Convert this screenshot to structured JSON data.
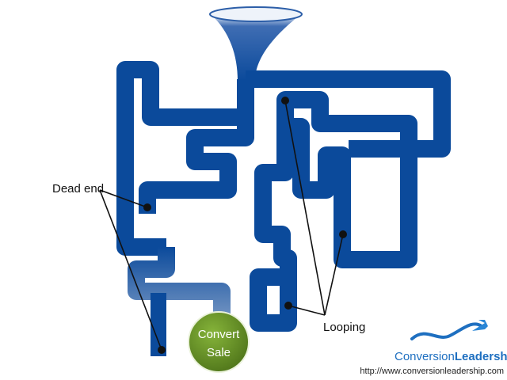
{
  "labels": {
    "dead_end": "Dead end",
    "looping": "Looping",
    "convert_line1": "Convert",
    "convert_line2": "Sale"
  },
  "brand": {
    "name_light": "Conversion",
    "name_bold": "Leadership",
    "registered": "®",
    "url": "http://www.conversionleadership.com"
  },
  "colors": {
    "pipe": "#0B4A9B",
    "pipe_fade": "#6F92C0",
    "funnel_top": "#E4ECF7",
    "funnel_rim": "#2C5EA8",
    "marker": "#111111",
    "sale_green": "#6E9A2A",
    "sale_green_dark": "#4F751A",
    "text": "#111111",
    "brand_blue": "#1E6FC0",
    "brand_dark": "#222222"
  }
}
